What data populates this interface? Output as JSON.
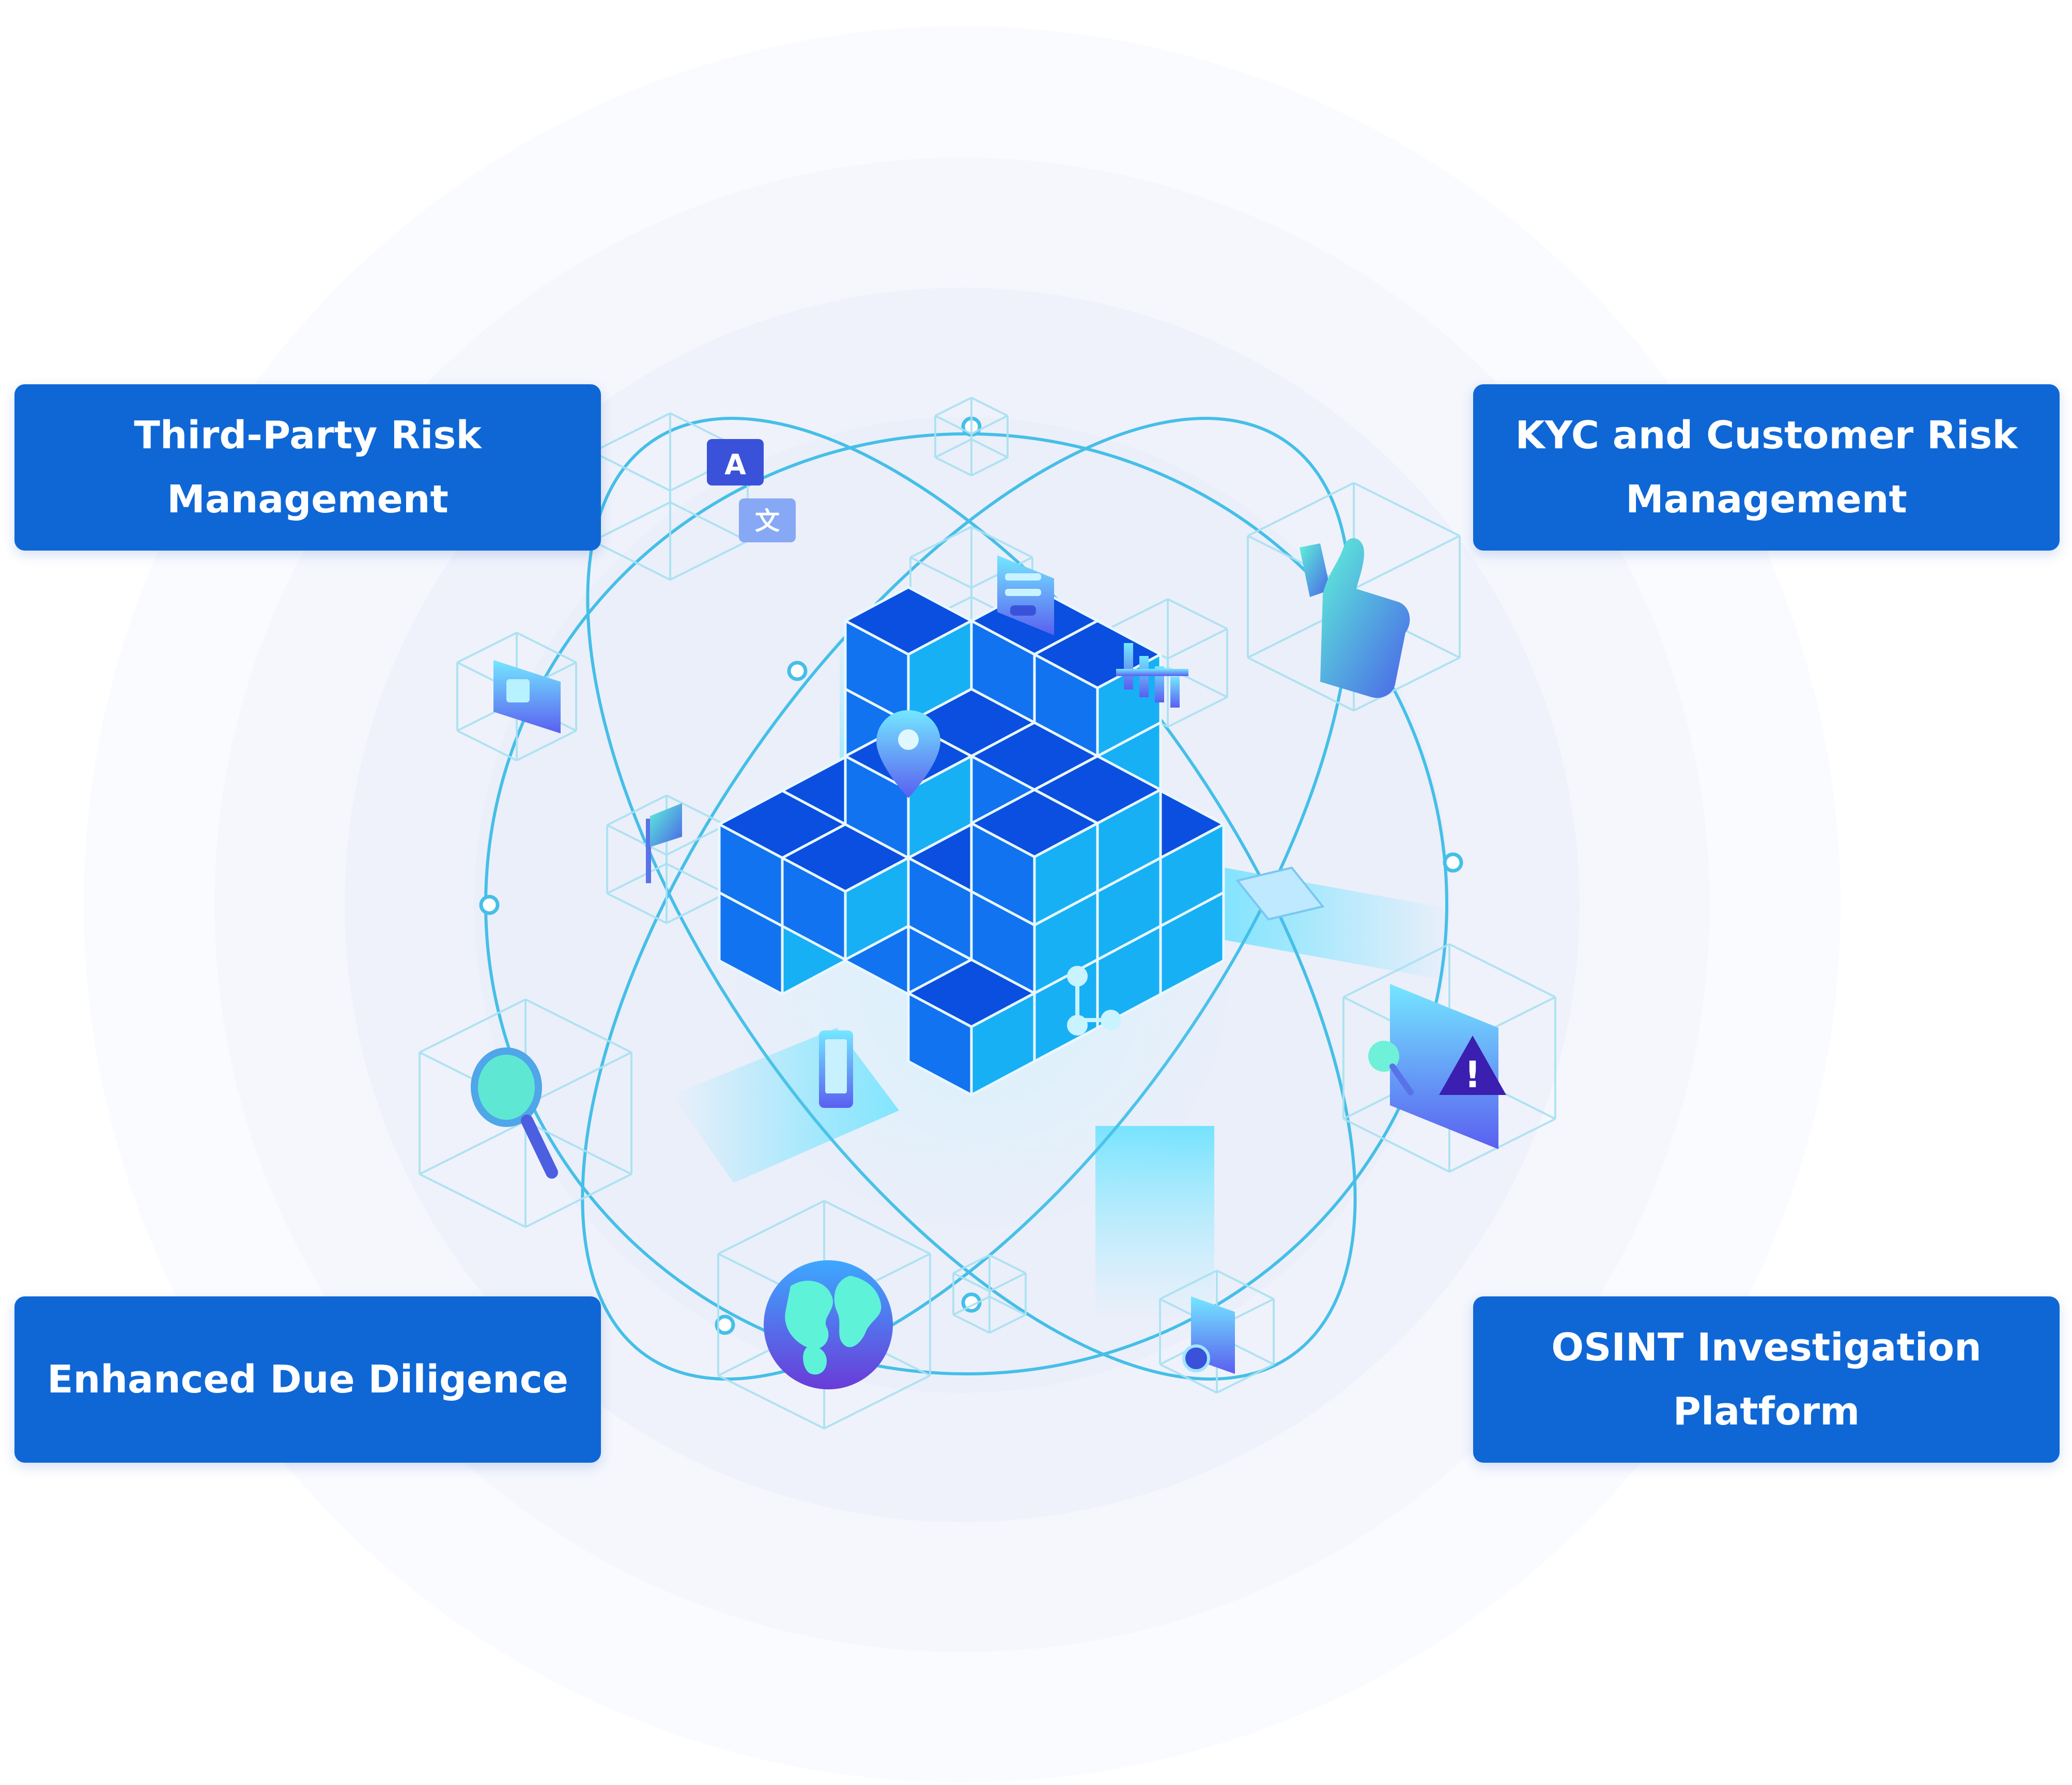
{
  "labels": {
    "third_party": "Third-Party Risk Management",
    "kyc": "KYC and Customer Risk Management",
    "edd": "Enhanced Due Diligence",
    "osint": "OSINT Investigation Platform"
  },
  "icons": {
    "translate_tile": "A",
    "translate_tile_secondary": "文"
  },
  "colors": {
    "label_background": "#0F67D6",
    "label_text": "#FFFFFF",
    "orbit": "#45BFE8",
    "cube_top": "#0A4FE0",
    "cube_left": "#1173F0",
    "cube_right": "#17B0F5",
    "halo": "#EEF1FB"
  }
}
